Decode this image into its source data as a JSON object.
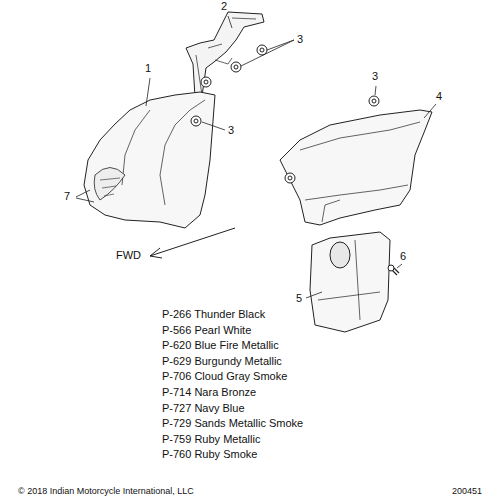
{
  "diagram": {
    "labels": [
      "2",
      "3",
      "1",
      "3",
      "3",
      "4",
      "7",
      "FWD",
      "6",
      "5",
      "P-266 Thunder Black",
      "P-566 Pearl White",
      "P-620 Blue Fire Metallic",
      "P-629 Burgundy Metallic",
      "P-706 Cloud Gray Smoke",
      "P-714 Nara Bronze",
      "P-727 Navy Blue",
      "P-729 Sands Metallic Smoke",
      "P-759 Ruby Metallic",
      "P-760 Ruby Smoke",
      "© 2018 Indian Motorcycle International, LLC",
      "200451"
    ]
  }
}
